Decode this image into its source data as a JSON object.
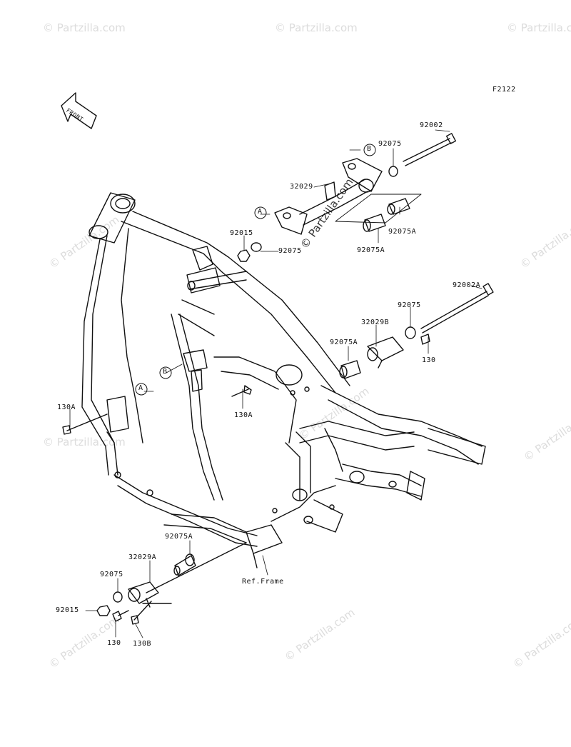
{
  "diagram_code": "F2122",
  "front_arrow_label": "FRONT",
  "callouts": {
    "a": "A",
    "b": "B"
  },
  "watermark": "© Partzilla.com",
  "parts": {
    "p92002": "92002",
    "p92075_top": "92075",
    "p32029": "32029",
    "p92015_top": "92015",
    "p92075_top2": "92075",
    "p92075A_top1": "92075A",
    "p92075A_top2": "92075A",
    "p92002A": "92002A",
    "p92075_mid": "92075",
    "p32029B": "32029B",
    "p92075A_mid": "92075A",
    "p130_mid": "130",
    "p130A_left": "130A",
    "p130A_mid": "130A",
    "p92075A_bot": "92075A",
    "p32029A": "32029A",
    "p92075_bot": "92075",
    "p92015_bot": "92015",
    "p130_bot": "130",
    "p130B": "130B",
    "ref_frame": "Ref.Frame"
  }
}
